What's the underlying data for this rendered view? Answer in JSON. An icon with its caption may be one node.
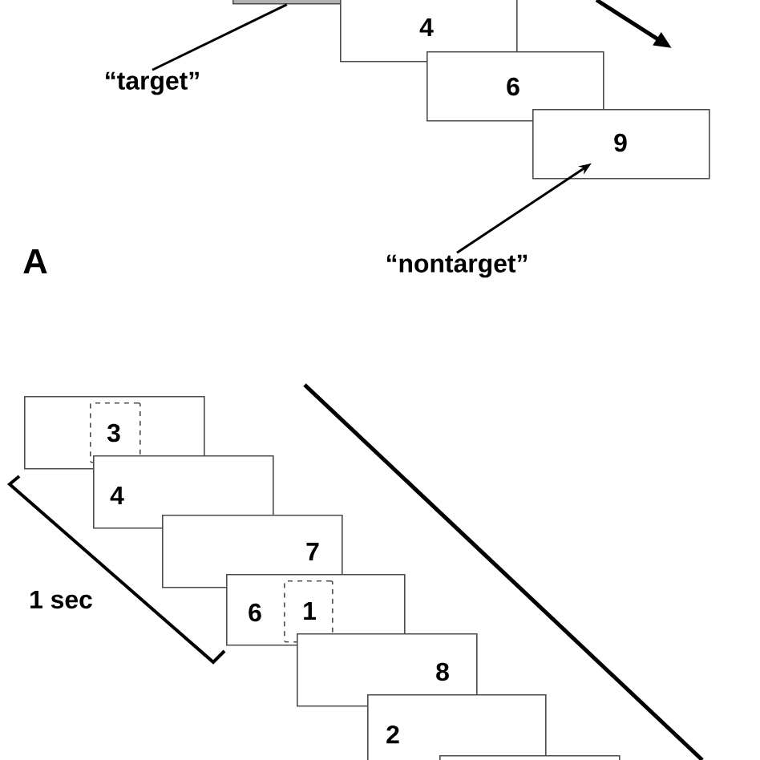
{
  "diagram": {
    "nodes": [
      {
        "text": [],
        "shape": "box"
      },
      {
        "text": [
          "4"
        ]
      },
      {
        "text": [
          "6"
        ]
      },
      {
        "text": [
          "9"
        ]
      },
      {
        "text": [
          "“target”"
        ]
      },
      {
        "text": [
          "“nontarget”"
        ]
      },
      {
        "text": [],
        "shape": "box"
      },
      {
        "text": [
          "3"
        ],
        "in": 6
      },
      {
        "text": [
          "4"
        ]
      },
      {
        "text": [
          "7"
        ]
      },
      {
        "text": [
          "6"
        ]
      },
      {
        "text": [
          "1"
        ],
        "in": 10
      },
      {
        "text": [
          "8"
        ]
      },
      {
        "text": [
          "2"
        ]
      },
      {
        "text": [],
        "shape": "box"
      }
    ],
    "edges": [
      {
        "from": 4,
        "to": 0,
        "arrow": "none"
      },
      {
        "from": 5,
        "to": 3,
        "arrow": "to"
      }
    ],
    "labels": [
      "A",
      "1 sec"
    ]
  }
}
